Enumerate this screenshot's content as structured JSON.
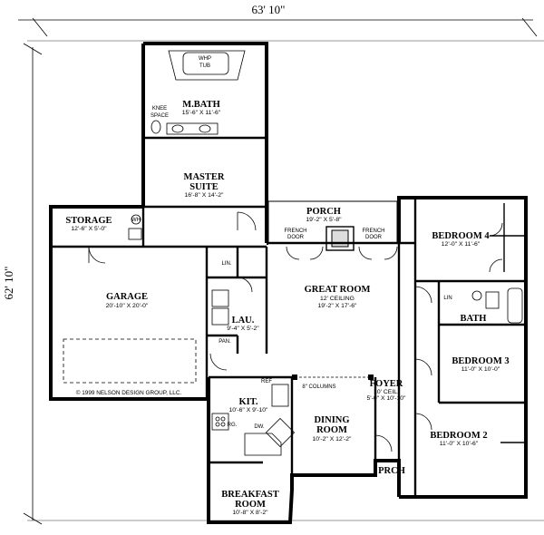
{
  "dimensions": {
    "width": "63' 10\"",
    "depth": "62' 10\""
  },
  "rooms": {
    "whp_tub": {
      "line1": "WHP",
      "line2": "TUB"
    },
    "m_bath": {
      "name": "M.BATH",
      "size": "15'-6\" X 11'-6\""
    },
    "knee_space": {
      "line1": "KNEE",
      "line2": "SPACE"
    },
    "master_suite": {
      "line1": "MASTER",
      "line2": "SUITE",
      "size": "16'-8\" X 14'-2\""
    },
    "storage": {
      "name": "STORAGE",
      "size": "12'-6\" X 5'-0\""
    },
    "wh": "WH",
    "porch": {
      "name": "PORCH",
      "size": "19'-2\" X 5'-8\""
    },
    "french_door_left": {
      "line1": "FRENCH",
      "line2": "DOOR"
    },
    "french_door_right": {
      "line1": "FRENCH",
      "line2": "DOOR"
    },
    "great_room": {
      "name": "GREAT ROOM",
      "ceiling": "12' CEILING",
      "size": "19'-2\" X 17'-6\""
    },
    "bedroom4": {
      "name": "BEDROOM 4",
      "size": "12'-0\" X 11'-6\""
    },
    "lin_left": "LIN.",
    "lin_right": "LIN",
    "garage": {
      "name": "GARAGE",
      "size": "20'-10\" X 20'-0\""
    },
    "lau": {
      "name": "LAU.",
      "size": "9'-4\" X 5'-2\""
    },
    "pan": "PAN.",
    "bath": "BATH",
    "bedroom3": {
      "name": "BEDROOM 3",
      "size": "11'-0\" X 10'-0\""
    },
    "copyright": "© 1999 NELSON DESIGN GROUP, LLC.",
    "ref": "REF",
    "columns": "8\" COLUMNS",
    "foyer": {
      "name": "FOYER",
      "ceiling": "10' CEIL.",
      "size": "5'-0\" X 10'-10\""
    },
    "kit": {
      "name": "KIT.",
      "size": "10'-6\" X 9'-10\""
    },
    "rg": "RG.",
    "dw": "DW.",
    "dining": {
      "line1": "DINING",
      "line2": "ROOM",
      "size": "10'-2\" X 12'-2\""
    },
    "bedroom2": {
      "name": "BEDROOM 2",
      "size": "11'-0\" X 10'-6\""
    },
    "prch": "PRCH",
    "breakfast": {
      "line1": "BREAKFAST",
      "line2": "ROOM",
      "size": "10'-8\" X 8'-2\""
    }
  }
}
